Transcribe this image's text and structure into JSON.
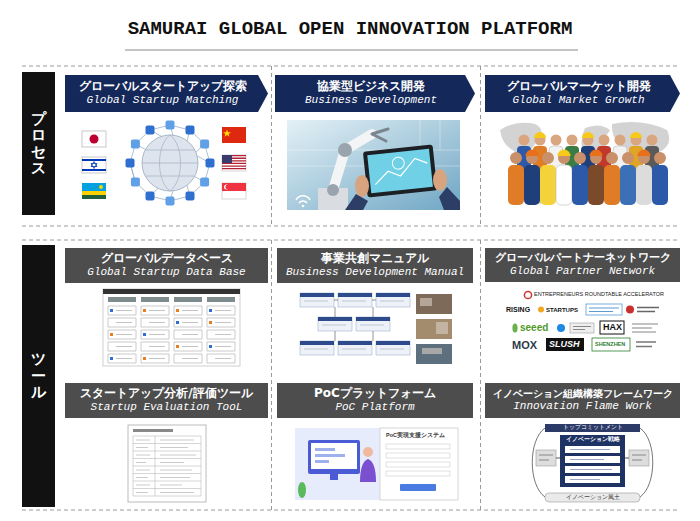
{
  "diagram": {
    "title": "SAMURAI GLOBAL OPEN INNOVATION PLATFORM",
    "nodes": [
      {
        "text": [
          "プロセス"
        ]
      },
      {
        "text": [
          "グローバルスタートアップ探索",
          "Global Startup Matching"
        ]
      },
      {
        "text": [
          "協業型ビジネス開発",
          "Business Development"
        ]
      },
      {
        "text": [
          "グローバルマーケット開発",
          "Global Market Growth"
        ]
      },
      {
        "text": [
          "ツール"
        ]
      },
      {
        "text": [
          "グローバルデータベース",
          "Global Startup Data Base"
        ]
      },
      {
        "text": [
          "事業共創マニュアル",
          "Business Development Manual"
        ]
      },
      {
        "text": [
          "グローバルパートナーネットワーク",
          "Global Partner Network"
        ]
      },
      {
        "text": [
          "スタートアップ分析/評価ツール",
          "Startup Evaluation TooL"
        ]
      },
      {
        "text": [
          "PoCプラットフォーム",
          "PoC Platform"
        ]
      },
      {
        "text": [
          "イノベーション組織構築フレームワーク",
          "Innovation Flame Work"
        ]
      }
    ],
    "labels": [
      "ENTREPRENEURS ROUNDTABLE ACCELERATOR",
      "RISING",
      "STARTUPS",
      "seeed",
      "HAX",
      "MOX",
      "SLUSH",
      "SHENZHEN",
      "PoC実現支援システム",
      "トップコミットメント",
      "イノベーション戦略",
      "イノベーション風土"
    ]
  }
}
